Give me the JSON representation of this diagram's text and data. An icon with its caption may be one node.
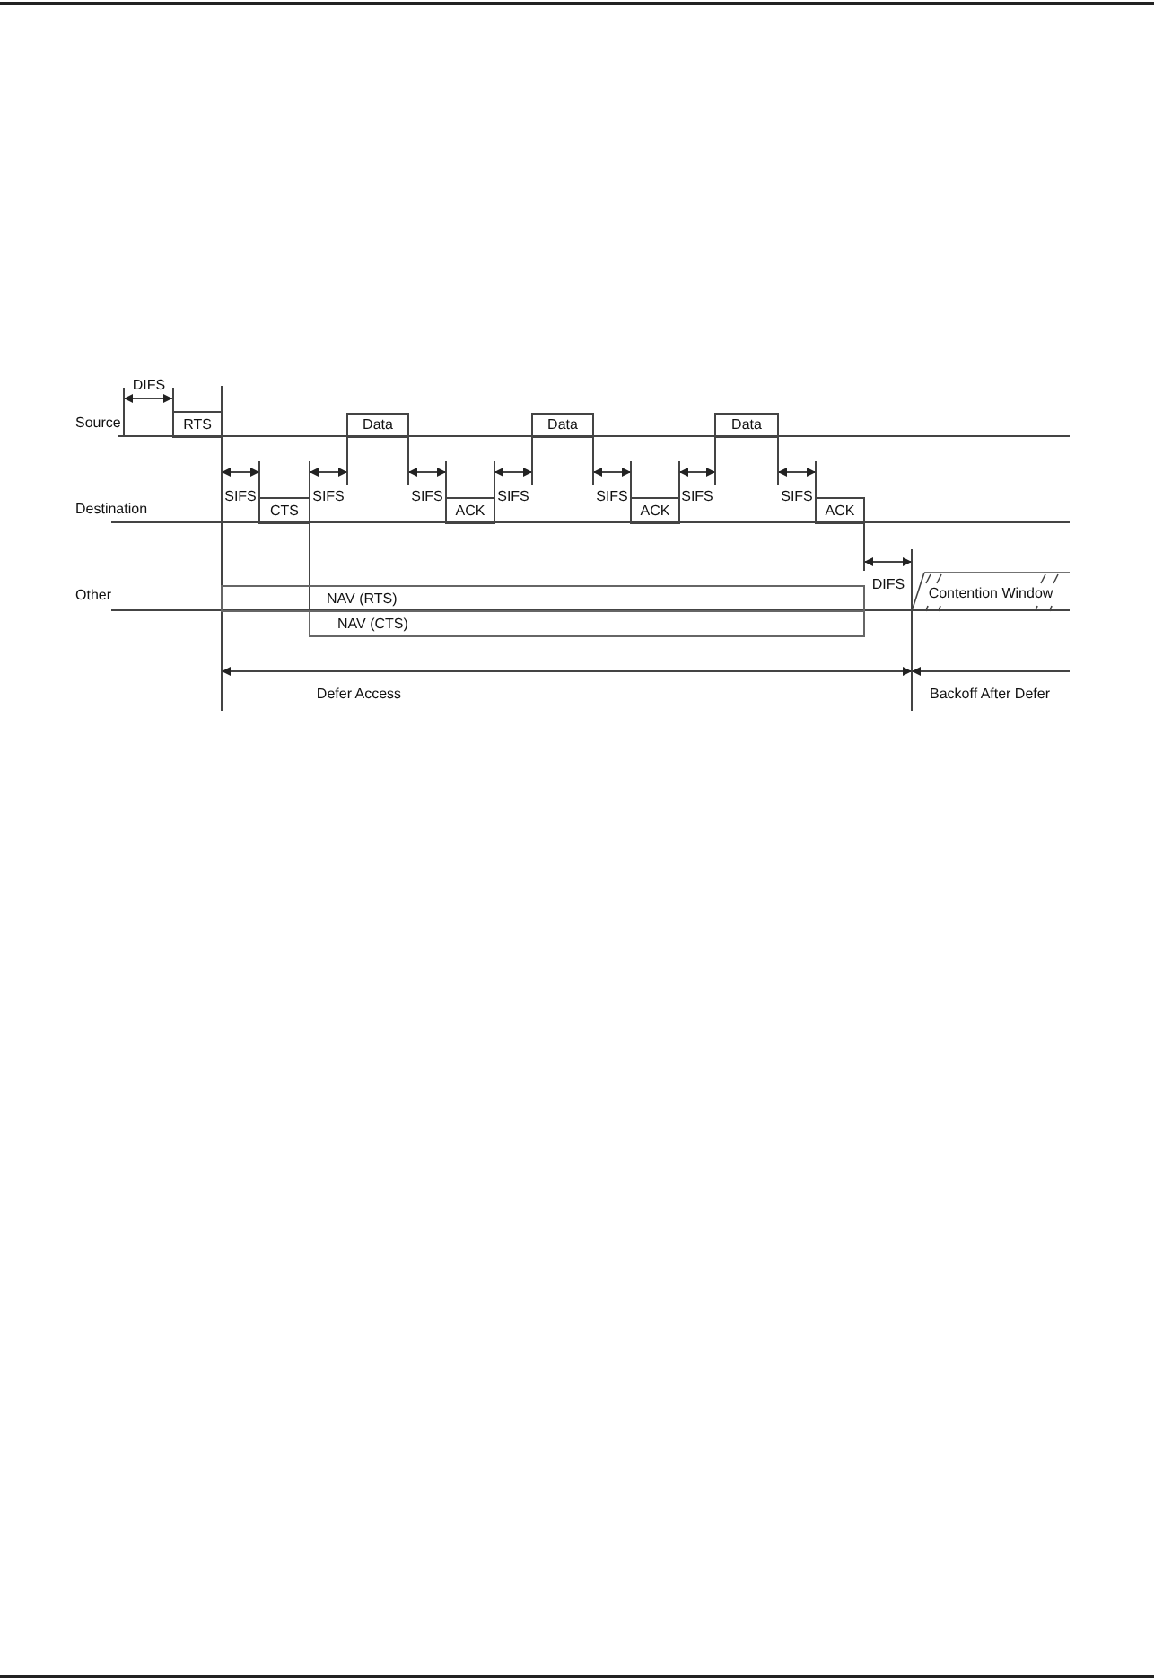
{
  "diagram": {
    "nodes": [
      {
        "text": [
          "RTS"
        ]
      },
      {
        "text": [
          "Data"
        ]
      },
      {
        "text": [
          "Data"
        ]
      },
      {
        "text": [
          "Data"
        ]
      },
      {
        "text": [
          "CTS"
        ]
      },
      {
        "text": [
          "ACK"
        ]
      },
      {
        "text": [
          "ACK"
        ]
      },
      {
        "text": [
          "ACK"
        ]
      },
      {
        "text": [
          "NAV (RTS)"
        ]
      },
      {
        "text": [
          "Contention Window"
        ]
      },
      {
        "text": [
          "NAV (CTS)"
        ]
      }
    ],
    "labels": [
      "DIFS",
      "Source",
      "SIFS",
      "SIFS",
      "SIFS",
      "SIFS",
      "SIFS",
      "SIFS",
      "SIFS",
      "Destination",
      "Other",
      "DIFS",
      "Defer Access",
      "Backoff After Defer"
    ]
  }
}
